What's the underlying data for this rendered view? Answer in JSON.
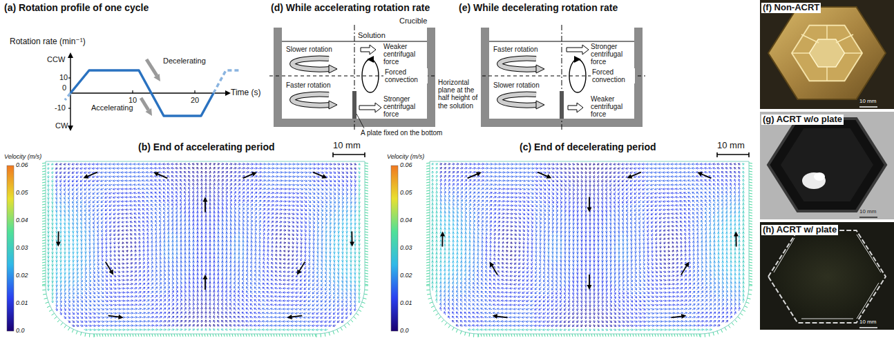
{
  "diagram": {
    "labels": [
      "(a) Rotation profile of one cycle",
      "Rotation rate (min⁻¹)",
      "CCW",
      "CW",
      "10",
      "-10",
      "0",
      "10",
      "20",
      "Time (s)",
      "Decelerating",
      "Accelerating",
      "(d) While accelerating rotation rate",
      "Crucible",
      "Solution",
      "Slower rotation",
      "Weaker centrifugal force",
      "Forced convection",
      "Horizontal plane at the half height of the solution",
      "Faster rotation",
      "Stronger centrifugal force",
      "A plate fixed on the bottom",
      "(e) While decelerating rotation rate",
      "Faster rotation",
      "Stronger centrifugal force",
      "Forced convection",
      "Slower rotation",
      "Weaker centrifugal force",
      "(b) End of accelerating period",
      "Velocity (m/s)",
      "0.06",
      "0.05",
      "0.04",
      "0.03",
      "0.02",
      "0.01",
      "0.0",
      "10 mm",
      "(c) End of decelerating period",
      "Velocity (m/s)",
      "0.06",
      "0.05",
      "0.04",
      "0.03",
      "0.02",
      "0.01",
      "0.0",
      "10 mm",
      "(f) Non-ACRT",
      "10 mm",
      "(g) ACRT w/o plate",
      "10 mm",
      "(h) ACRT w/ plate",
      "10 mm"
    ]
  }
}
